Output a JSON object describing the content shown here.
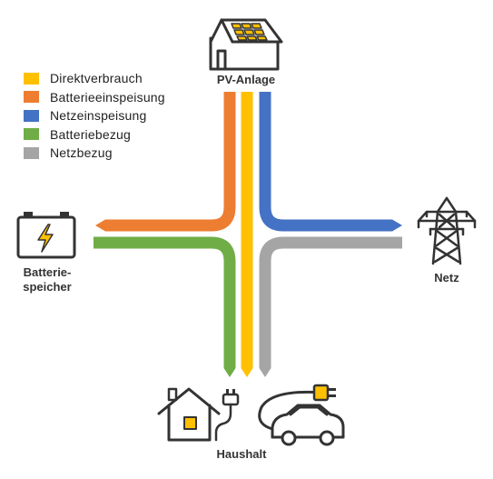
{
  "legend": [
    {
      "label": "Direktverbrauch",
      "color": "#FFC000"
    },
    {
      "label": "Batterieeinspeisung",
      "color": "#ED7D31"
    },
    {
      "label": "Netzeinspeisung",
      "color": "#4472C4"
    },
    {
      "label": "Batteriebezug",
      "color": "#70AD47"
    },
    {
      "label": "Netzbezug",
      "color": "#A5A5A5"
    }
  ],
  "nodes": {
    "pv": {
      "label": "PV-Anlage",
      "icon": "house-with-solar-panels-icon"
    },
    "battery": {
      "line1": "Batterie-",
      "line2": "speicher",
      "icon": "battery-icon"
    },
    "grid": {
      "label": "Netz",
      "icon": "power-tower-icon"
    },
    "household": {
      "label": "Haushalt",
      "icon": "house-and-electric-car-icon"
    }
  }
}
